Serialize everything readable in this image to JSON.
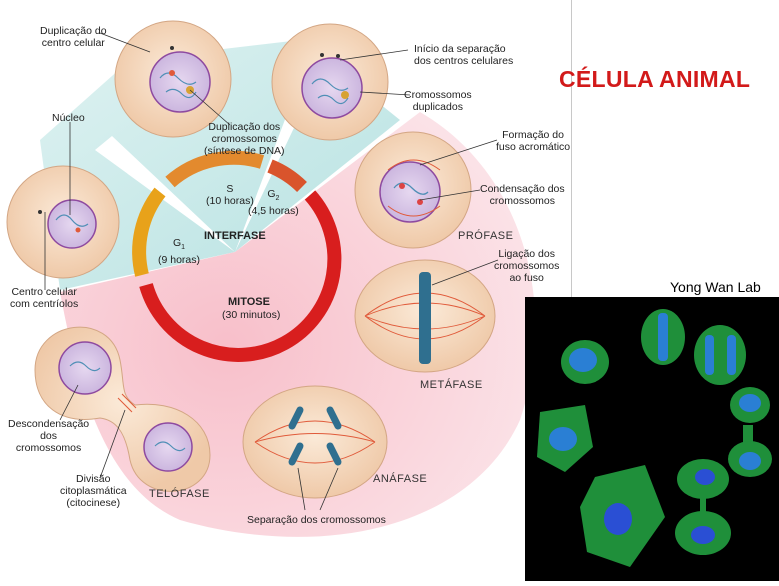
{
  "title": "CÉLULA ANIMAL",
  "credit": "Yong Wan Lab",
  "cycle": {
    "interphase_label": "INTERFASE",
    "mitosis_label": "MITOSE",
    "mitosis_duration": "(30 minutos)",
    "s_label": "S",
    "s_duration": "(10 horas)",
    "g1_label": "G",
    "g1_sub": "1",
    "g1_duration": "(9 horas)",
    "g2_label": "G",
    "g2_sub": "2",
    "g2_duration": "(4,5 horas)"
  },
  "labels": {
    "dup_centro_1": "Duplicação do",
    "dup_centro_2": "centro celular",
    "inicio_sep_1": "Início da separação",
    "inicio_sep_2": "dos centros celulares",
    "crom_dup_1": "Cromossomos",
    "crom_dup_2": "duplicados",
    "dup_crom_1": "Duplicação dos",
    "dup_crom_2": "cromossomos",
    "dup_crom_3": "(síntese de DNA)",
    "nucleo": "Núcleo",
    "formacao_1": "Formação do",
    "formacao_2": "fuso acromático",
    "condens_1": "Condensação dos",
    "condens_2": "cromossomos",
    "ligacao_1": "Ligação dos",
    "ligacao_2": "cromossomos",
    "ligacao_3": "ao fuso",
    "centro_cel_1": "Centro celular",
    "centro_cel_2": "com centríolos",
    "descond_1": "Descondensação",
    "descond_2": "dos",
    "descond_3": "cromossomos",
    "divisao_1": "Divisão",
    "divisao_2": "citoplasmática",
    "divisao_3": "(citocinese)",
    "separacao": "Separação dos cromossomos"
  },
  "phases": {
    "profase": "PRÓFASE",
    "metafase": "METÁFASE",
    "anafase": "ANÁFASE",
    "telofase": "TELÓFASE"
  },
  "colors": {
    "cell_fill": "#f6dcc4",
    "nucleus_fill": "#dcc8e8",
    "mitosis_bg": "#f7c6cf",
    "interphase_bg": "#bfe6e6",
    "arc_mitosis": "#d81e1e",
    "arc_g1": "#e8a21a",
    "arc_s": "#e07a2a",
    "arc_g2": "#d9542c",
    "heading": "#d21a1a"
  }
}
